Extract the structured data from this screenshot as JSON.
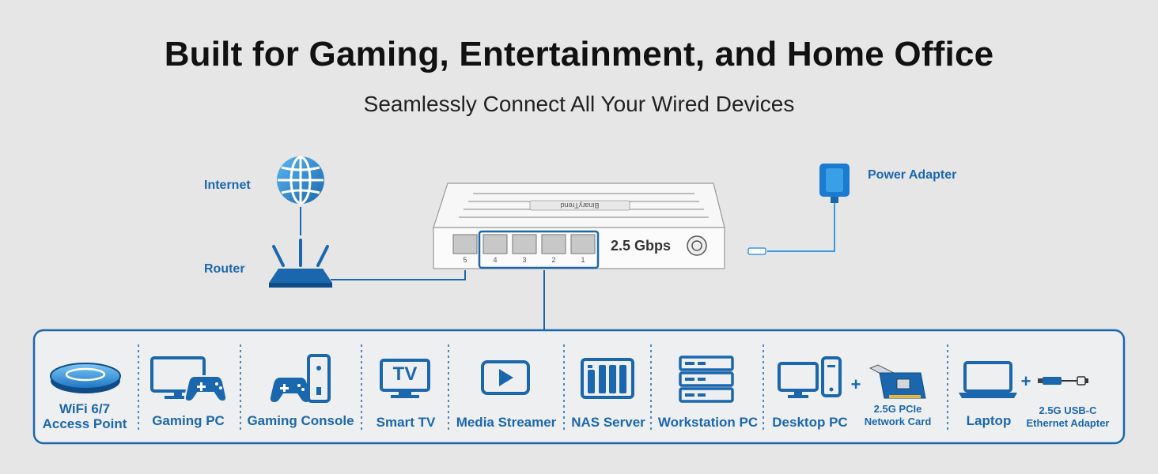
{
  "header": {
    "title": "Built for Gaming, Entertainment, and Home Office",
    "subtitle": "Seamlessly Connect All Your Wired Devices"
  },
  "network": {
    "internet_label": "Internet",
    "router_label": "Router",
    "power_label": "Power Adapter",
    "switch_speed": "2.5 Gbps",
    "switch_brand": "BinaryTrend",
    "port_numbers": [
      "5",
      "4",
      "3",
      "2",
      "1"
    ]
  },
  "devices": {
    "wifi_ap": "WiFi 6/7\nAccess Point",
    "gaming_pc": "Gaming PC",
    "gaming_console": "Gaming Console",
    "smart_tv": "Smart TV",
    "tv_icon_text": "TV",
    "media_streamer": "Media Streamer",
    "nas_server": "NAS Server",
    "workstation_pc": "Workstation PC",
    "desktop_pc": "Desktop PC",
    "pcie_card": "2.5G PCIe\nNetwork Card",
    "laptop": "Laptop",
    "usbc_adapter": "2.5G USB-C\nEthernet Adapter"
  },
  "colors": {
    "accent_blue": "#1b67ad",
    "light_blue": "#3a9be0",
    "background": "#e6e6e7"
  }
}
